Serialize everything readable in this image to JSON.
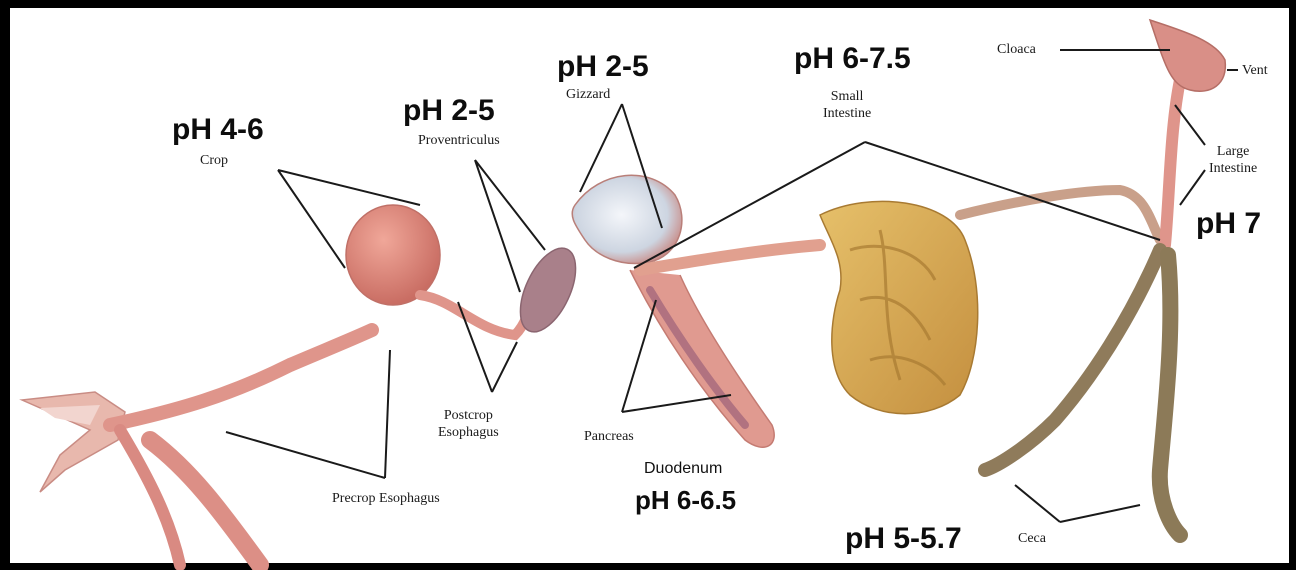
{
  "organs": {
    "crop": "Crop",
    "proventriculus": "Proventriculus",
    "gizzard": "Gizzard",
    "small_intestine_line1": "Small",
    "small_intestine_line2": "Intestine",
    "cloaca": "Cloaca",
    "vent": "Vent",
    "large_intestine_line1": "Large",
    "large_intestine_line2": "Intestine",
    "postcrop_line1": "Postcrop",
    "postcrop_line2": "Esophagus",
    "precrop": "Precrop Esophagus",
    "pancreas": "Pancreas",
    "duodenum": "Duodenum",
    "ceca": "Ceca"
  },
  "ph": {
    "crop": "pH 4-6",
    "proventriculus": "pH 2-5",
    "gizzard": "pH 2-5",
    "small_intestine": "pH 6-7.5",
    "large_intestine": "pH 7",
    "duodenum": "pH 6-6.5",
    "ceca": "pH 5-5.7"
  },
  "colors": {
    "background": "#ffffff",
    "frame": "#000000",
    "tissue": "#e2958c",
    "intestine": "#d9a850",
    "ceca": "#8c7a58",
    "leader_lines": "#1a1a1a"
  }
}
